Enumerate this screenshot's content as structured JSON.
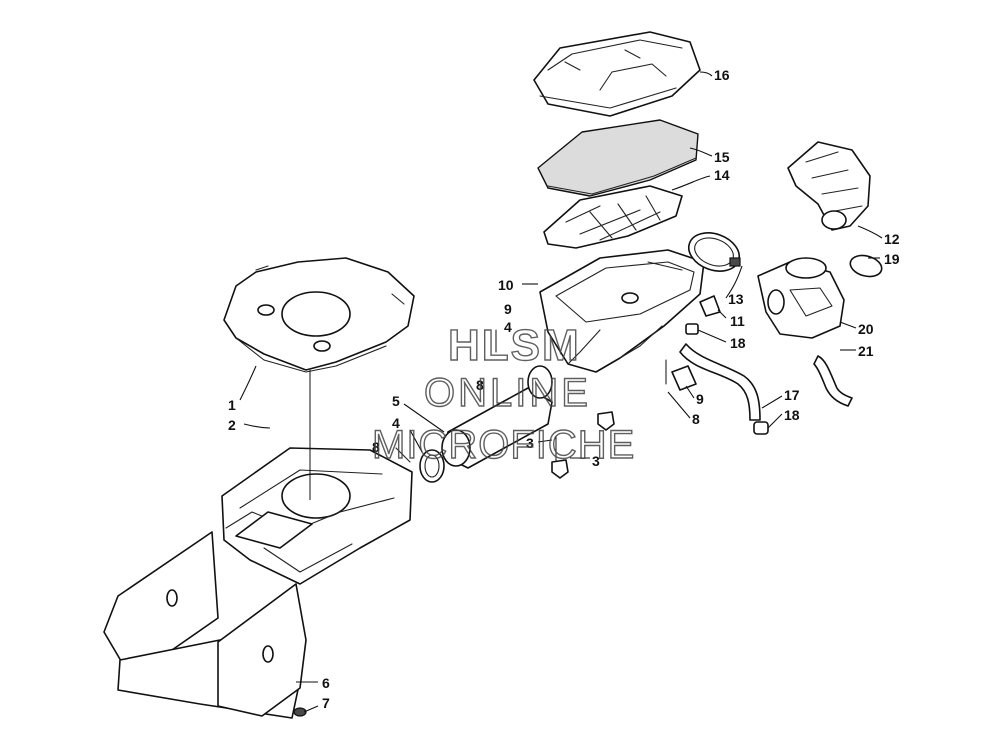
{
  "watermark": {
    "line1": "HLSM",
    "line2": "ONLINE",
    "line3": "MICROFICHE"
  },
  "callouts": {
    "c1": "1",
    "c2": "2",
    "c3a": "3",
    "c3b": "3",
    "c4a": "4",
    "c4b": "4",
    "c5": "5",
    "c6": "6",
    "c7": "7",
    "c8a": "8",
    "c8b": "8",
    "c8c": "8",
    "c9a": "9",
    "c9b": "9",
    "c10": "10",
    "c11": "11",
    "c12": "12",
    "c13": "13",
    "c14": "14",
    "c15": "15",
    "c16": "16",
    "c17": "17",
    "c18a": "18",
    "c18b": "18",
    "c19": "19",
    "c20": "20",
    "c21": "21"
  }
}
